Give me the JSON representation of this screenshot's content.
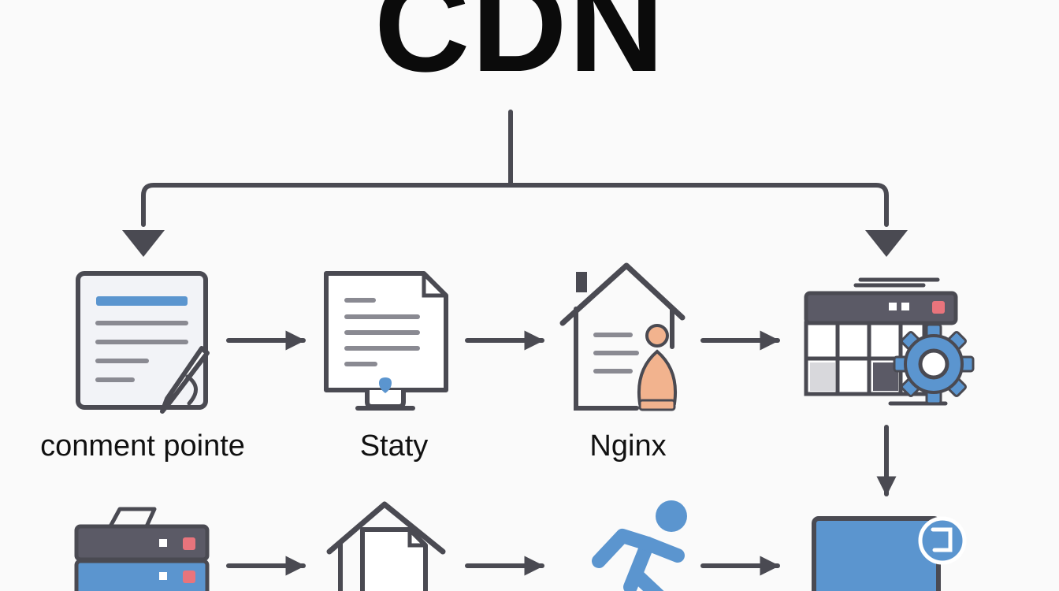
{
  "title": "CDN",
  "labels": {
    "content_pointe": "conment pointe",
    "staty": "Staty",
    "nginx": "Nginx"
  },
  "colors": {
    "stroke": "#4a4a52",
    "blue": "#5b95cf",
    "peach": "#f2b38e",
    "red": "#e8747c",
    "panel": "#f2f3f7"
  },
  "icons": {
    "row1": [
      "document-edit-icon",
      "document-monitor-icon",
      "house-person-icon",
      "server-gear-icon"
    ],
    "row2": [
      "server-rack-icon",
      "house-document-icon",
      "walking-person-icon",
      "monitor-icon"
    ]
  }
}
